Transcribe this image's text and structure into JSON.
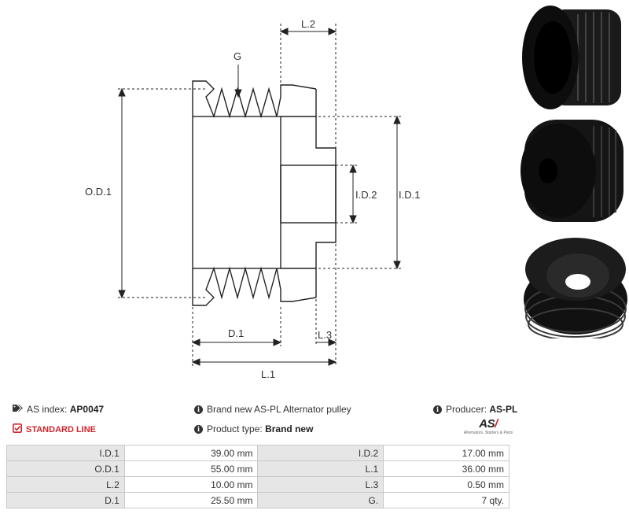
{
  "drawing": {
    "labels": {
      "g": "G",
      "l2": "L.2",
      "od1": "O.D.1",
      "id2": "I.D.2",
      "id1": "I.D.1",
      "d1": "D.1",
      "l3": "L.3",
      "l1": "L.1"
    }
  },
  "photos": [
    "pulley-side-view",
    "pulley-front-view",
    "pulley-angled-view"
  ],
  "info": {
    "index_label": "AS index:",
    "index_value": "AP0047",
    "description": "Brand new AS-PL Alternator pulley",
    "producer_label": "Producer:",
    "producer_value": "AS-PL",
    "line_label": "STANDARD LINE",
    "type_label": "Product type:",
    "type_value": "Brand new"
  },
  "logo": {
    "brand": "AS",
    "tagline": "Alternators, Starters & Parts"
  },
  "specs": [
    {
      "l1": "I.D.1",
      "v1": "39.00 mm",
      "l2": "I.D.2",
      "v2": "17.00 mm"
    },
    {
      "l1": "O.D.1",
      "v1": "55.00 mm",
      "l2": "L.1",
      "v2": "36.00 mm"
    },
    {
      "l1": "L.2",
      "v1": "10.00 mm",
      "l2": "L.3",
      "v2": "0.50 mm"
    },
    {
      "l1": "D.1",
      "v1": "25.50 mm",
      "l2": "G.",
      "v2": "7 qty."
    }
  ],
  "colors": {
    "accent": "#d0242b",
    "label_bg": "#e6e6e6",
    "line": "#222222"
  }
}
